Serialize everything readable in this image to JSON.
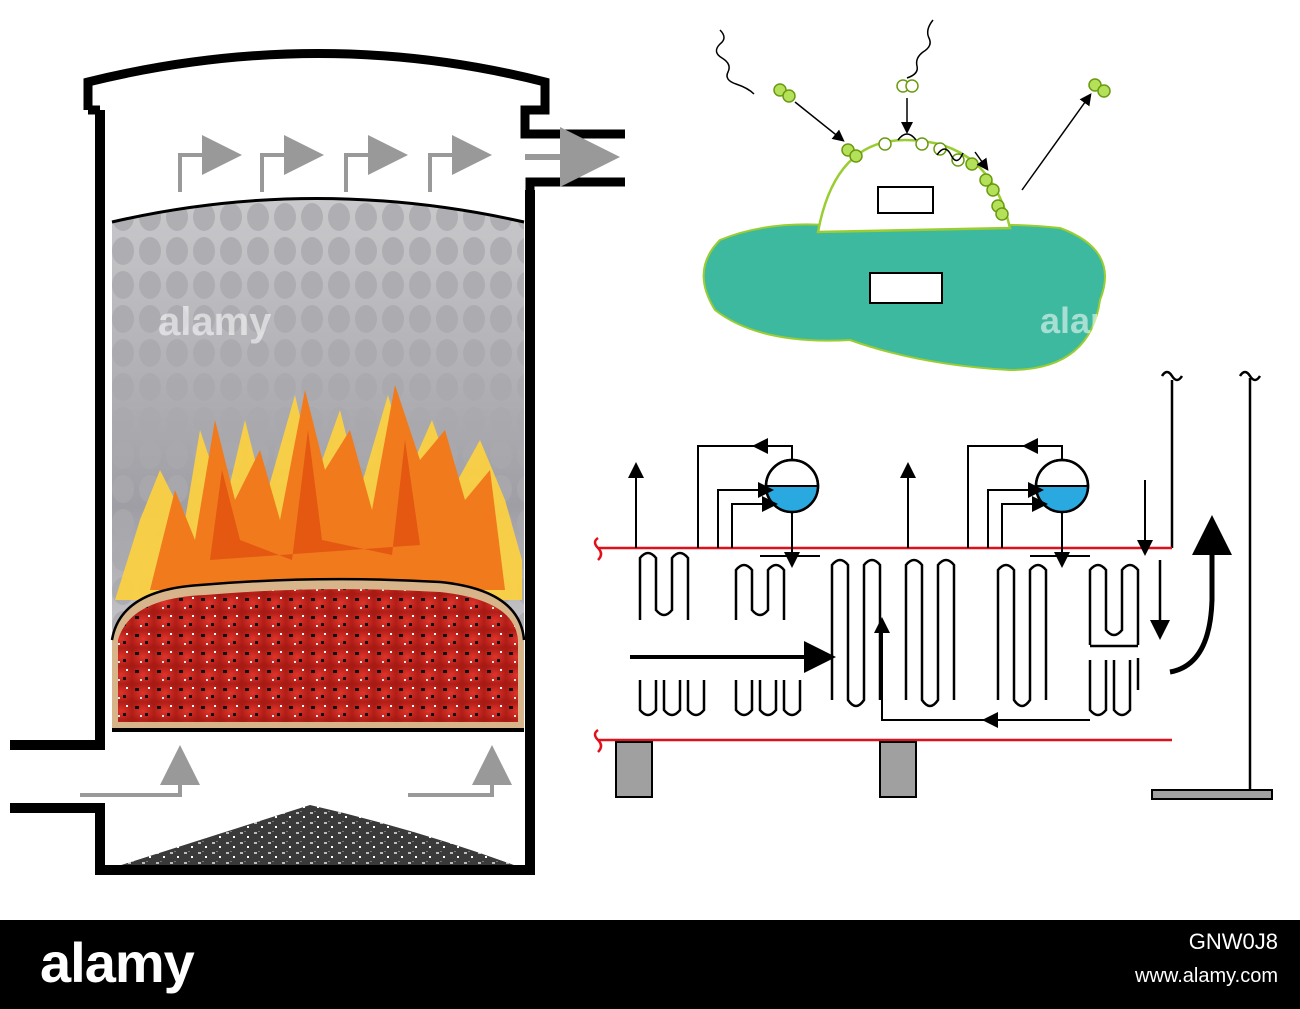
{
  "colors": {
    "vessel_outline": "#000000",
    "flow_arrow": "#999999",
    "bed_gray": "#b8b8bc",
    "flame_orange": "#f07a1c",
    "flame_yellow": "#ffd23c",
    "ember_red": "#c8281e",
    "ash_gray": "#555555",
    "molecule_green": "#9acd32",
    "support_teal": "#3cb99e",
    "steam_line_red": "#e0101a",
    "drum_water_blue": "#2aa8e0",
    "support_leg_gray": "#a0a0a0"
  },
  "icons": [
    "flame-icon",
    "molecule-icon",
    "steam-drum-icon",
    "arrow-icon"
  ],
  "watermark": {
    "brand": "alamy",
    "image_id": "GNW0J8",
    "site": "www.alamy.com"
  }
}
